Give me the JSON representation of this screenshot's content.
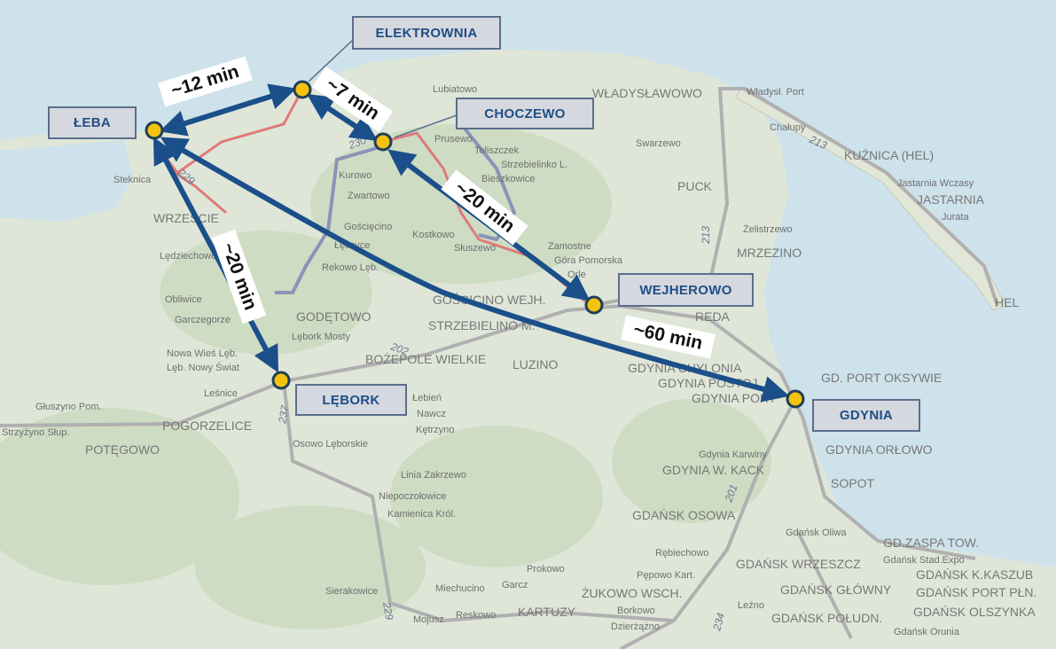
{
  "colors": {
    "sea": "#cde2ea",
    "land": "#dfe6d8",
    "forest": "#cbdcc2",
    "arrow": "#1b4f8a",
    "station": "#f4c20d",
    "railway": "#a9a9a9",
    "planned_line": "#e07a7a",
    "modernized_line": "#8b93b8"
  },
  "stations": [
    {
      "name": "Łeba",
      "label": "ŁEBA"
    },
    {
      "name": "Elektrownia",
      "label": "ELEKTROWNIA"
    },
    {
      "name": "Choczewo",
      "label": "CHOCZEWO"
    },
    {
      "name": "Wejherowo",
      "label": "WEJHEROWO"
    },
    {
      "name": "Lębork",
      "label": "LĘBORK"
    },
    {
      "name": "Gdynia",
      "label": "GDYNIA"
    }
  ],
  "travel_times": [
    {
      "from": "Łeba",
      "to": "Elektrownia",
      "label": "~12 min"
    },
    {
      "from": "Elektrownia",
      "to": "Choczewo",
      "label": "~7 min"
    },
    {
      "from": "Choczewo",
      "to": "Wejherowo",
      "label": "~20 min"
    },
    {
      "from": "Łeba",
      "to": "Lębork",
      "label": "~20 min"
    },
    {
      "from": "Łeba",
      "to": "Gdynia",
      "label": "~60 min"
    }
  ],
  "road_numbers": [
    "229",
    "230",
    "213",
    "213",
    "202",
    "237",
    "201",
    "229",
    "234"
  ],
  "places": [
    "WŁADYSŁAWOWO",
    "Władysł. Port",
    "Chałupy",
    "KUŹNICA (HEL)",
    "Jastarnia Wczasy",
    "JASTARNIA",
    "Jurata",
    "HEL",
    "Swarzewo",
    "PUCK",
    "Żelistrzewo",
    "MRZEZINO",
    "REDA",
    "GD. PORT OKSYWIE",
    "GDYNIA CHYLONIA",
    "GDYNIA POSTOJ.",
    "GDYNIA PORT",
    "GDYNIA ORŁOWO",
    "SOPOT",
    "Gdynia Karwiny",
    "GDYNIA W. KACK",
    "GDAŃSK OSOWA",
    "Gdańsk Oliwa",
    "Rębiechowo",
    "Pępowo Kart.",
    "GDAŃSK WRZESZCZ",
    "GD.ZASPA TOW.",
    "Gdańsk Stad.Expo",
    "GDAŃSK K.KASZUB",
    "GDAŃSK PORT PŁN.",
    "GDAŃSK GŁÓWNY",
    "GDAŃSK POŁUDN.",
    "GDAŃSK OLSZYNKA",
    "Gdańsk Orunia",
    "Leźno",
    "ŻUKOWO WSCH.",
    "Borkowo",
    "Dzierżążno",
    "KARTUZY",
    "Garcz",
    "Prokowo",
    "Miechucino",
    "Reskowo",
    "Mojusz",
    "Sierakowice",
    "Kamienica Król.",
    "Niepoczołowice",
    "Linia Zakrzewo",
    "Kętrzyno",
    "Nawcz",
    "Łebień",
    "Osowo Lęborskie",
    "LUZINO",
    "BOŻEPOLE WIELKIE",
    "STRZEBIELINO M.",
    "GODĘTOWO",
    "GOŚCICINO WEJH.",
    "Lębork Mosty",
    "Nowa Wieś Lęb.",
    "Lęb. Nowy Świat",
    "Leśnice",
    "Głuszyno Pom.",
    "POTĘGOWO",
    "Strzyżyno Słup.",
    "POGORZELICE",
    "Garczegorze",
    "Obliwice",
    "Lędziechowo",
    "WRZEŚCIE",
    "Steknica",
    "Kurowo",
    "Zwartowo",
    "Gościęcino",
    "Łęczyce",
    "Rekowo Lęb.",
    "Kostkowo",
    "Słuszewo",
    "Lubiatowo",
    "Prusewo",
    "Toliszczek",
    "Strzebielinko L.",
    "Zamostne",
    "Góra Pomorska",
    "Orle",
    "Bieszkowice"
  ]
}
